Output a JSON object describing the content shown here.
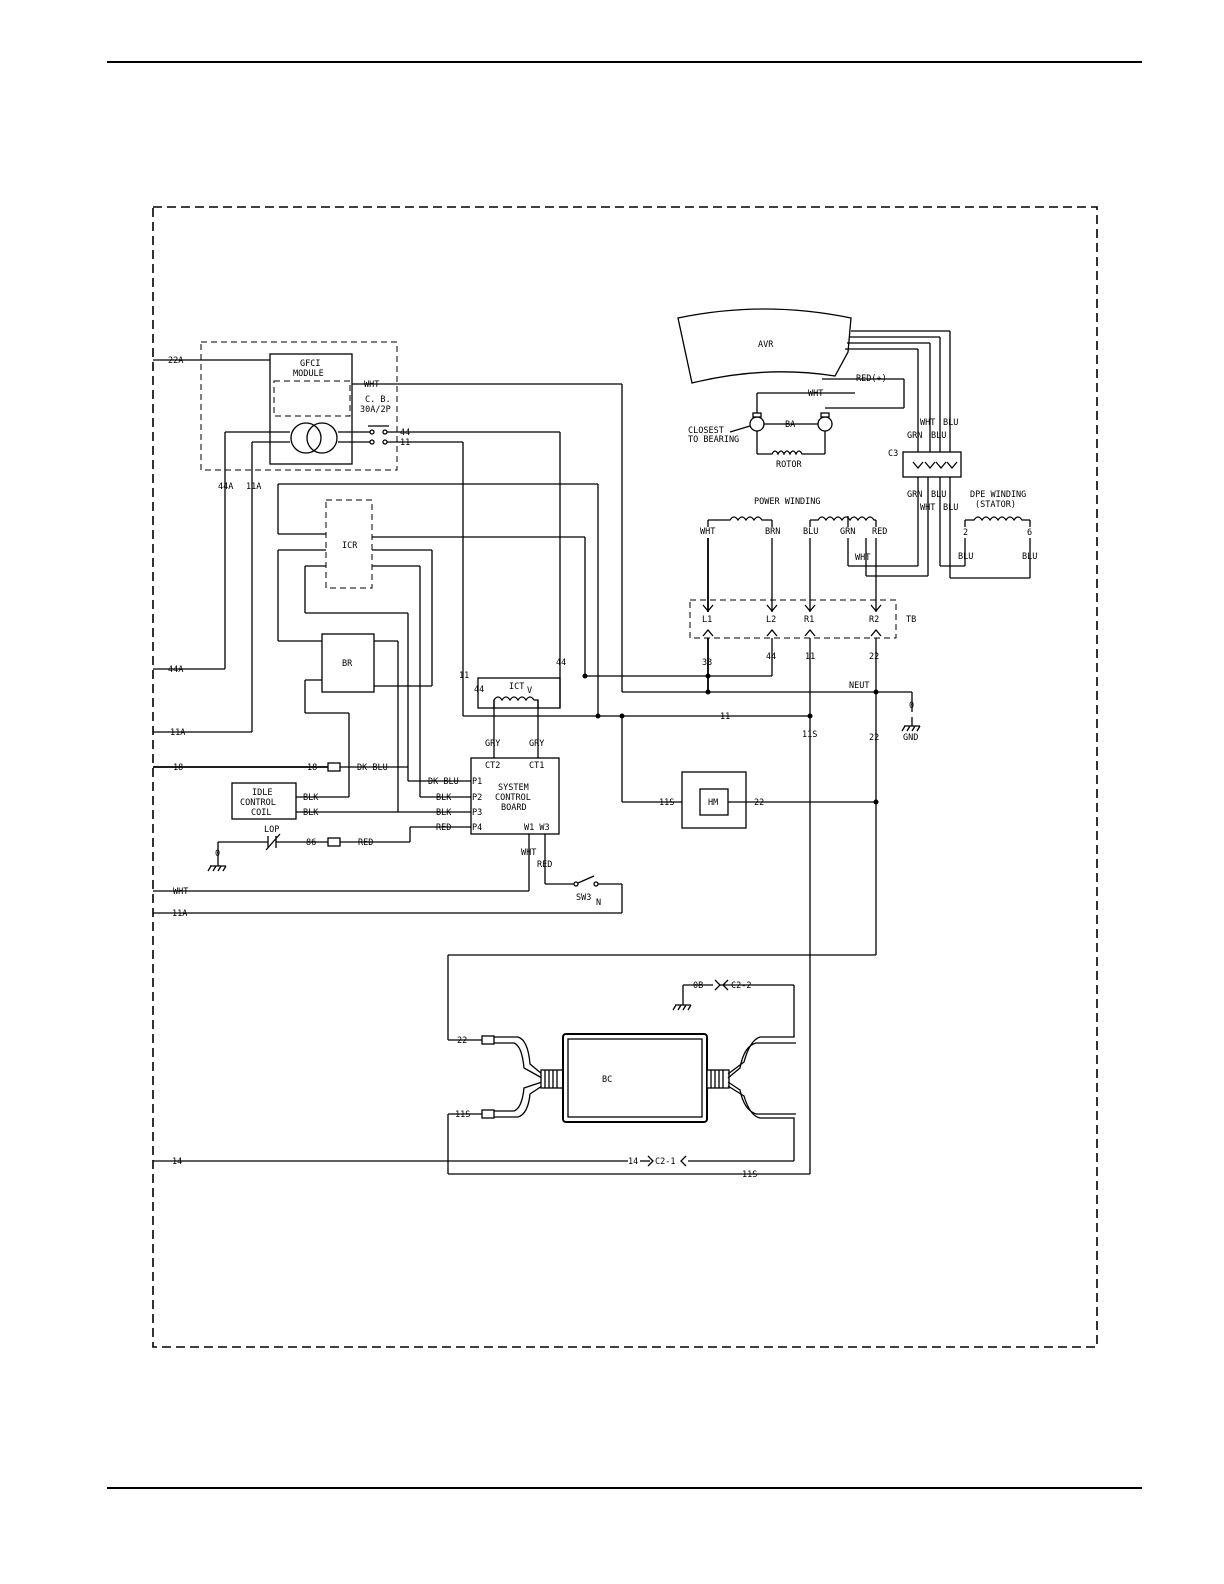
{
  "labels": {
    "w22a": "22A",
    "w44a": "44A",
    "w11a": "11A",
    "w18": "18",
    "wwht": "WHT",
    "w11a_b": "11A",
    "w14": "14",
    "gfci": "GFCI",
    "module": "MODULE",
    "cb": "C. B.",
    "cb_rating": "30A/2P",
    "gfci_wht": "WHT",
    "w44": "44",
    "w11": "11",
    "w44a_down": "44A",
    "w11a_down": "11A",
    "icr": "ICR",
    "br": "BR",
    "ict": "ICT",
    "avr": "AVR",
    "red_plus": "RED(+)",
    "avr_wht": "WHT",
    "closest": "CLOSEST",
    "to_bearing": "TO BEARING",
    "ba": "BA",
    "rotor": "ROTOR",
    "c3": "C3",
    "top_wht": "WHT",
    "top_blu": "BLU",
    "top_grn": "GRN",
    "top_blu2": "BLU",
    "bot_grn": "GRN",
    "bot_blu": "BLU",
    "bot_wht": "WHT",
    "bot_blu2": "BLU",
    "power_winding": "POWER WINDING",
    "pw_wht": "WHT",
    "pw_brn": "BRN",
    "pw_blu": "BLU",
    "pw_grn": "GRN",
    "pw_red": "RED",
    "pw_wht2": "WHT",
    "dpe1": "DPE WINDING",
    "dpe2": "(STATOR)",
    "dpe_2": "2",
    "dpe_6": "6",
    "dpe_blu_l": "BLU",
    "dpe_blu_r": "BLU",
    "l1": "L1",
    "l2": "L2",
    "r1": "R1",
    "r2": "R2",
    "tb": "TB",
    "n33": "33",
    "n44": "44",
    "n11": "11",
    "n22": "22",
    "neut": "NEUT",
    "gnd0": "0",
    "gnd": "GND",
    "ict_11": "11",
    "ict_44l": "44",
    "ict_44r": "44",
    "ict_v": "V",
    "bus11": "11",
    "n11s": "11S",
    "n22b": "22",
    "gry1": "GRY",
    "gry2": "GRY",
    "ct2": "CT2",
    "ct1": "CT1",
    "scb1": "SYSTEM",
    "scb2": "CONTROL",
    "scb3": "BOARD",
    "p1": "P1",
    "p2": "P2",
    "p3": "P3",
    "p4": "P4",
    "w1w3": "W1 W3",
    "dkblu_18": "18",
    "dkblu": "DK BLU",
    "dkblu2": "DK BLU",
    "blk_p2": "BLK",
    "blk_p3": "BLK",
    "red_p4": "RED",
    "idle1": "IDLE",
    "idle2": "CONTROL",
    "idle3": "COIL",
    "idle_blk1": "BLK",
    "idle_blk2": "BLK",
    "lop": "LOP",
    "lop_0": "0",
    "lop_86": "86",
    "lop_red": "RED",
    "scb_wht": "WHT",
    "scb_red": "RED",
    "sw3": "SW3",
    "sw3_n": "N",
    "hm": "HM",
    "hm_11s": "11S",
    "hm_22": "22",
    "bc": "BC",
    "bc_22": "22",
    "bc_11s": "11S",
    "ob": "0B",
    "c2_2": "C2-2",
    "bc_14": "14",
    "c2_1": "C2-1",
    "bc_11s_b": "11S"
  }
}
